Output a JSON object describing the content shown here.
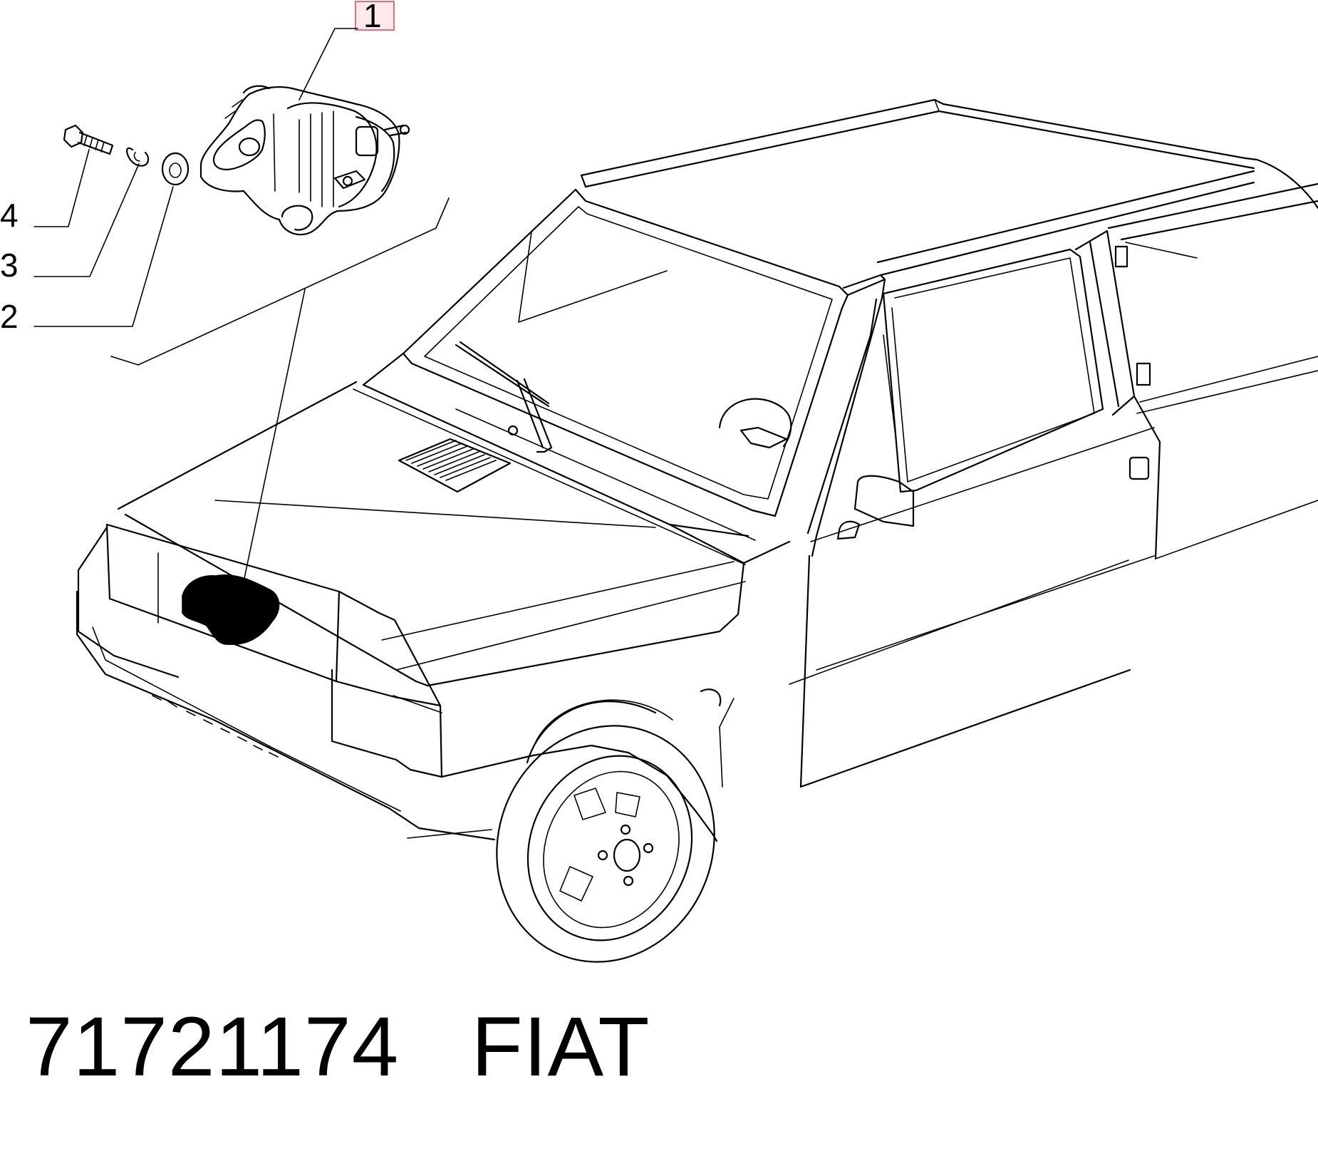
{
  "callouts": [
    {
      "label": "1",
      "part": "alternator"
    },
    {
      "label": "2",
      "part": "washer"
    },
    {
      "label": "3",
      "part": "spring-washer"
    },
    {
      "label": "4",
      "part": "bolt"
    }
  ],
  "caption": {
    "part_number": "71721174",
    "brand": "FIAT"
  },
  "colors": {
    "ink": "#000000",
    "highlight_box": "#e07080",
    "background": "#ffffff"
  }
}
